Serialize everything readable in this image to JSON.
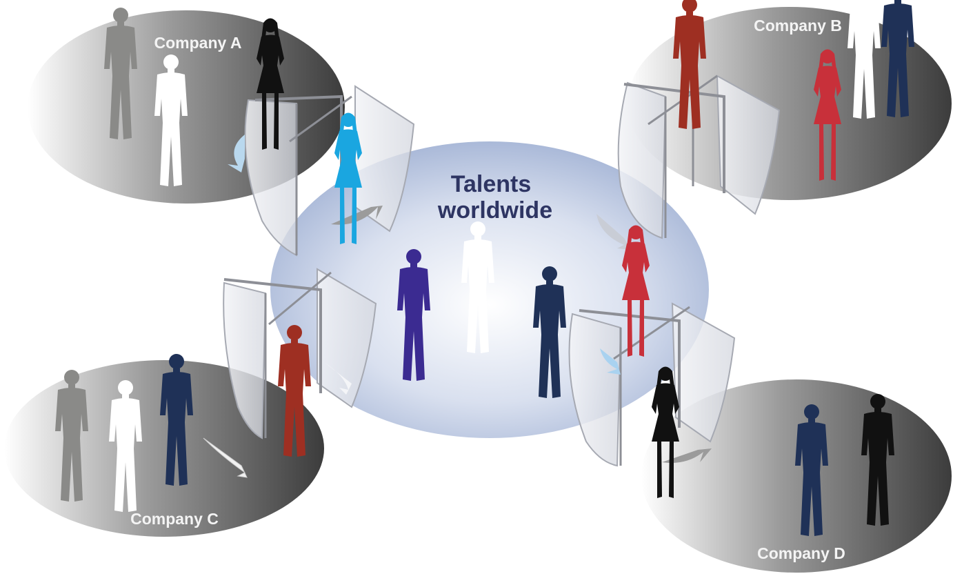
{
  "center": {
    "line1": "Talents",
    "line2": "worldwide"
  },
  "companies": {
    "a": "Company A",
    "b": "Company B",
    "c": "Company C",
    "d": "Company D"
  },
  "colors": {
    "center_fill": "#b7c3df",
    "company_fill": "#4a4a4a",
    "silhouette_white": "#ffffff",
    "silhouette_grey": "#8a8a88",
    "silhouette_navy": "#1f3157",
    "silhouette_red": "#c8303a",
    "silhouette_rust": "#9e2f22",
    "silhouette_cyan": "#1aa6e0",
    "silhouette_purple": "#3b2b91",
    "silhouette_black": "#111111",
    "door_glass": "#e6e8ee",
    "door_frame": "#8d8f96"
  }
}
